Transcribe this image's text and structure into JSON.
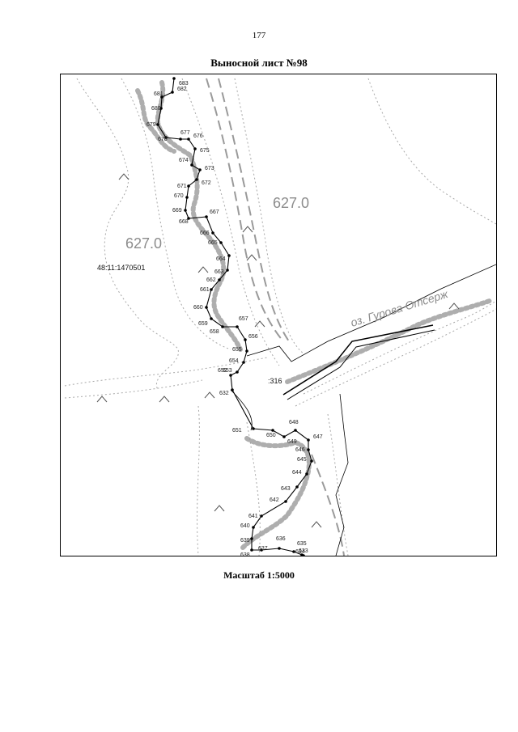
{
  "page_number": "177",
  "title": "Выносной лист №98",
  "scale": "Масштаб 1:5000",
  "map": {
    "area_labels": [
      "627.0",
      "627.0"
    ],
    "parcel_label": "48:11:1470501",
    "plot_label": ":316",
    "lake_label": "оз. Гурова Отсерж",
    "points": [
      "632",
      "633",
      "634",
      "635",
      "636",
      "637",
      "638",
      "639",
      "640",
      "641",
      "642",
      "643",
      "644",
      "645",
      "646",
      "647",
      "648",
      "649",
      "650",
      "651",
      "652",
      "653",
      "654",
      "655",
      "656",
      "657",
      "658",
      "659",
      "660",
      "661",
      "662",
      "663",
      "664",
      "665",
      "666",
      "667",
      "668",
      "669",
      "670",
      "671",
      "672",
      "673",
      "674",
      "675",
      "676",
      "677",
      "678",
      "679",
      "680",
      "681",
      "682",
      "683"
    ],
    "colors": {
      "boundary": "#000000",
      "hatch": "#9a9a9a",
      "dotted": "#a8a8a8",
      "text_gray": "#8c8c8c"
    }
  }
}
